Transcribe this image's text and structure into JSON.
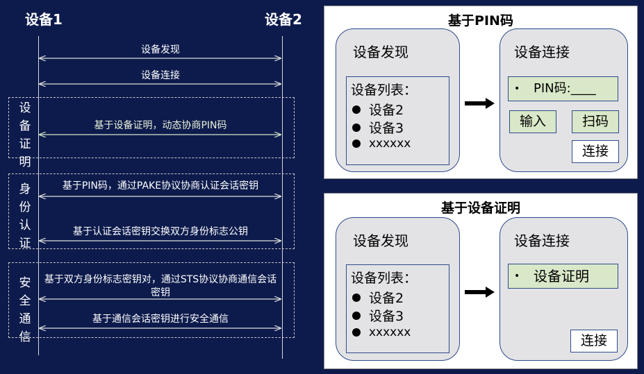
{
  "sequence": {
    "device1": "设备1",
    "device2": "设备2",
    "messages": [
      "设备发现",
      "设备连接",
      "基于设备证明，动态协商PIN码",
      "基于PIN码，通过PAKE协议协商认证会话密钥",
      "基于认证会话密钥交换双方身份标志公钥",
      "基于双方身份标志密钥对，通过STS协议协商通信会话密钥",
      "基于通信会话密钥进行安全通信"
    ],
    "groups": [
      "设备证明",
      "身份认证",
      "安全通信"
    ]
  },
  "pin_panel": {
    "title": "基于PIN码",
    "discovery": {
      "title": "设备发现",
      "list_title": "设备列表：",
      "items": [
        "设备2",
        "设备3",
        "xxxxxx"
      ]
    },
    "connect": {
      "title": "设备连接",
      "field": "PIN码:____",
      "input_button": "输入",
      "scan_button": "扫码",
      "connect_button": "连接"
    }
  },
  "cert_panel": {
    "title": "基于设备证明",
    "discovery": {
      "title": "设备发现",
      "list_title": "设备列表：",
      "items": [
        "设备2",
        "设备3",
        "xxxxxx"
      ]
    },
    "connect": {
      "title": "设备连接",
      "field": "设备证明",
      "connect_button": "连接"
    }
  },
  "colors": {
    "background": "#0d1b4c",
    "green_box": "#d9e8c8",
    "card": "#e3e3e6",
    "border": "#2e4a8a"
  }
}
